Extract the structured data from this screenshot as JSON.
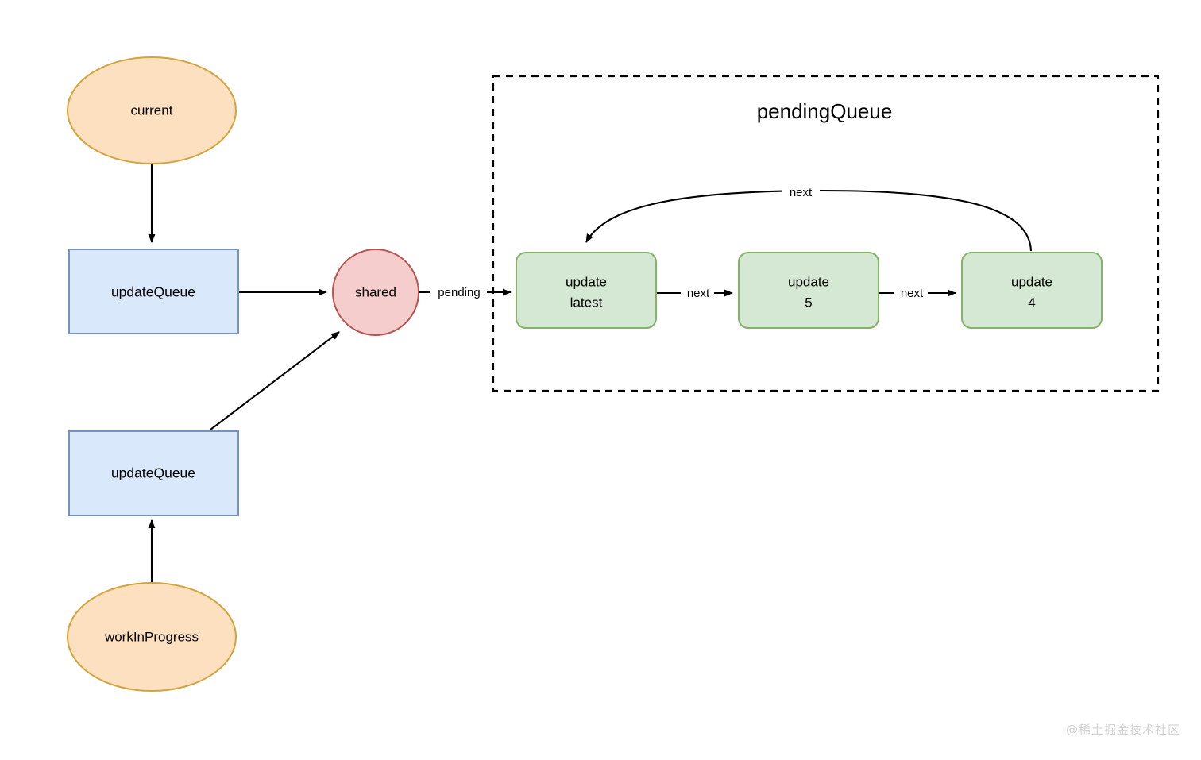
{
  "diagram": {
    "title": "pendingQueue",
    "watermark": "@稀土掘金技术社区",
    "colors": {
      "ellipse_fill": "#fce0bf",
      "ellipse_stroke": "#d6a23c",
      "rect_fill": "#dae8fc",
      "rect_stroke": "#7592c4",
      "circle_fill": "#f5cdcd",
      "circle_stroke": "#b85450",
      "update_fill": "#d5e8d4",
      "update_stroke": "#82b366",
      "edge": "#000000",
      "group_border": "#000000",
      "background": "#ffffff"
    },
    "nodes": {
      "current": "current",
      "current_queue": "updateQueue",
      "shared": "shared",
      "wip_queue": "updateQueue",
      "work_in_progress": "workInProgress",
      "update_latest_line1": "update",
      "update_latest_line2": "latest",
      "update_5_line1": "update",
      "update_5_line2": "5",
      "update_4_line1": "update",
      "update_4_line2": "4"
    },
    "edges": {
      "pending": "pending",
      "next_1": "next",
      "next_2": "next",
      "next_loop": "next"
    }
  }
}
